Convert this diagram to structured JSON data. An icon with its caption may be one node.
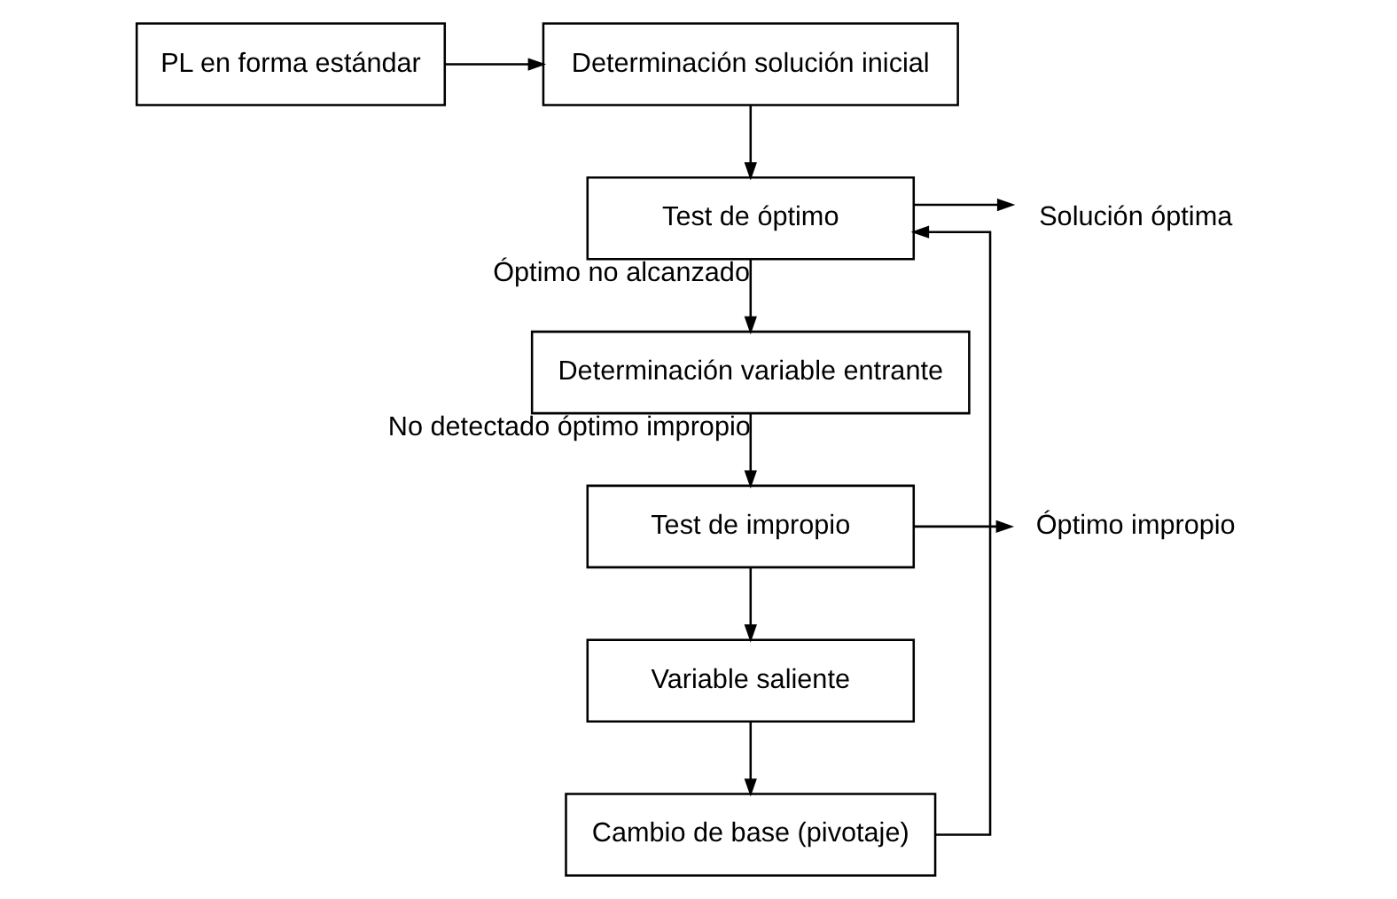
{
  "diagram": {
    "nodes": [
      {
        "text": [
          "PL en forma estándar"
        ]
      },
      {
        "text": [
          "Determinación solución inicial"
        ]
      },
      {
        "text": [
          "Test de óptimo"
        ]
      },
      {
        "text": [
          "Solución óptima"
        ]
      },
      {
        "text": [
          "Determinación variable entrante"
        ]
      },
      {
        "text": [
          "Test de impropio"
        ]
      },
      {
        "text": [
          "Óptimo impropio"
        ]
      },
      {
        "text": [
          "Variable saliente"
        ]
      },
      {
        "text": [
          "Cambio de base (pivotaje)"
        ]
      }
    ],
    "edges": [
      {
        "from": 0,
        "to": 1,
        "arrow": "to"
      },
      {
        "from": 1,
        "to": 2,
        "arrow": "to"
      },
      {
        "from": 2,
        "to": 3,
        "arrow": "to"
      },
      {
        "from": 2,
        "to": 4,
        "arrow": "to",
        "label": "Óptimo no alcanzado"
      },
      {
        "from": 4,
        "to": 5,
        "arrow": "to",
        "label": "No detectado óptimo impropio"
      },
      {
        "from": 5,
        "to": 6,
        "arrow": "to"
      },
      {
        "from": 5,
        "to": 7,
        "arrow": "to"
      },
      {
        "from": 7,
        "to": 8,
        "arrow": "to"
      },
      {
        "from": 8,
        "to": 2,
        "arrow": "to"
      }
    ]
  }
}
